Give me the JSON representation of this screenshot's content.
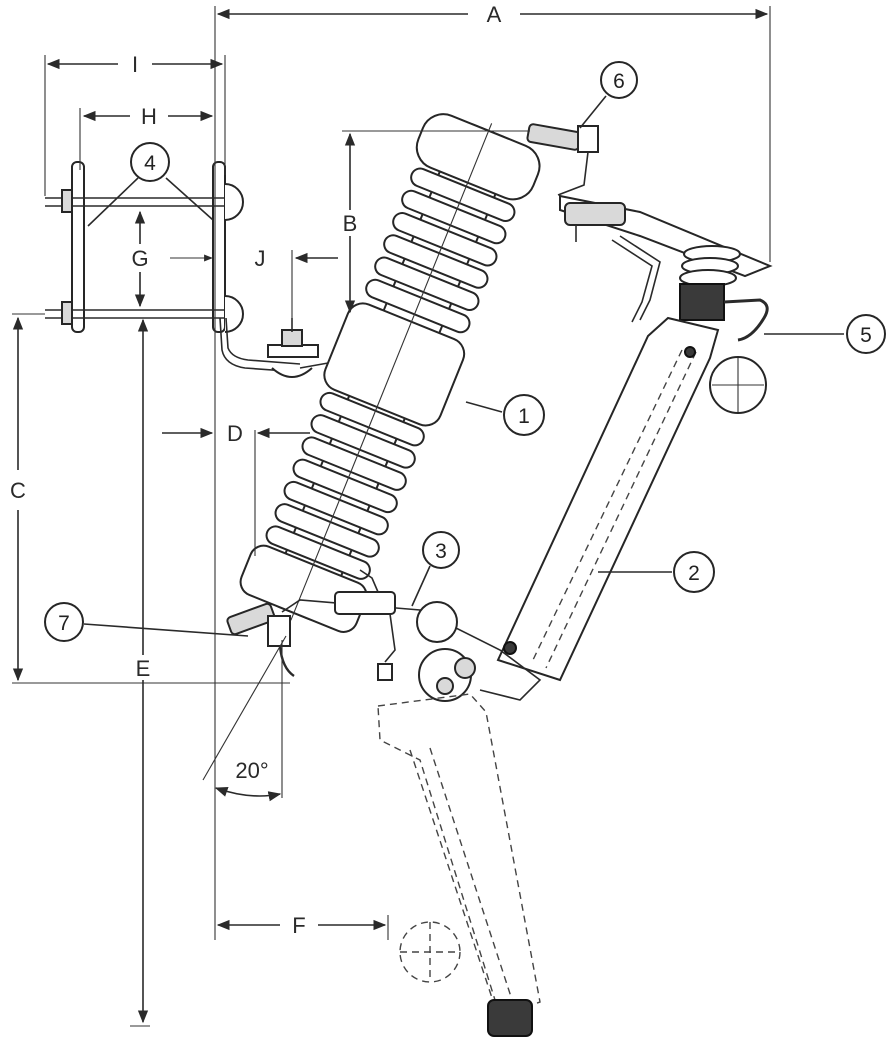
{
  "dimensions": {
    "A": "A",
    "B": "B",
    "C": "C",
    "D": "D",
    "E": "E",
    "F": "F",
    "G": "G",
    "H": "H",
    "I": "I",
    "J": "J"
  },
  "angle_label": "20°",
  "callouts": {
    "c1": "1",
    "c2": "2",
    "c3": "3",
    "c4": "4",
    "c5": "5",
    "c6": "6",
    "c7": "7"
  }
}
